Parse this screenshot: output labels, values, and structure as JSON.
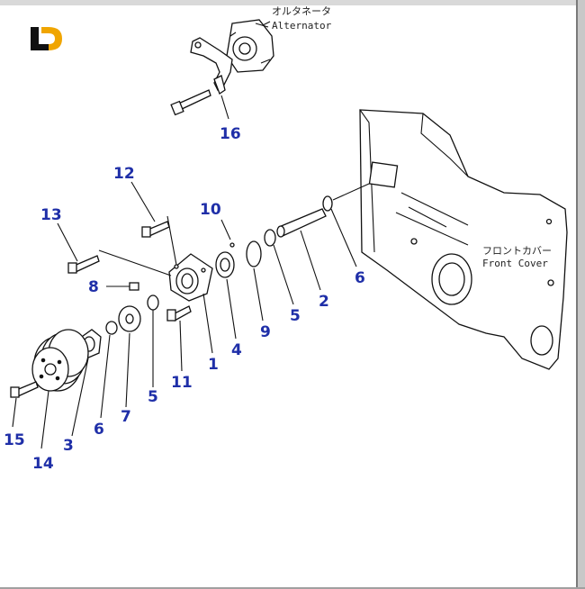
{
  "logo": {
    "letters": "LD",
    "color_dark": "#111111",
    "color_accent": "#f0a500"
  },
  "labels": {
    "alternator_jp": "オルタネータ",
    "alternator_en": "Alternator",
    "front_cover_jp": "フロントカバー",
    "front_cover_en": "Front Cover"
  },
  "callout_color": "#1f2fa8",
  "callouts": [
    {
      "id": "16",
      "text": "16"
    },
    {
      "id": "12",
      "text": "12"
    },
    {
      "id": "13",
      "text": "13"
    },
    {
      "id": "10",
      "text": "10"
    },
    {
      "id": "8",
      "text": "8"
    },
    {
      "id": "1",
      "text": "1"
    },
    {
      "id": "4",
      "text": "4"
    },
    {
      "id": "11",
      "text": "11"
    },
    {
      "id": "5a",
      "text": "5"
    },
    {
      "id": "9",
      "text": "9"
    },
    {
      "id": "5b",
      "text": "5"
    },
    {
      "id": "2",
      "text": "2"
    },
    {
      "id": "6a",
      "text": "6"
    },
    {
      "id": "7",
      "text": "7"
    },
    {
      "id": "6b",
      "text": "6"
    },
    {
      "id": "3",
      "text": "3"
    },
    {
      "id": "15",
      "text": "15"
    },
    {
      "id": "14",
      "text": "14"
    }
  ]
}
